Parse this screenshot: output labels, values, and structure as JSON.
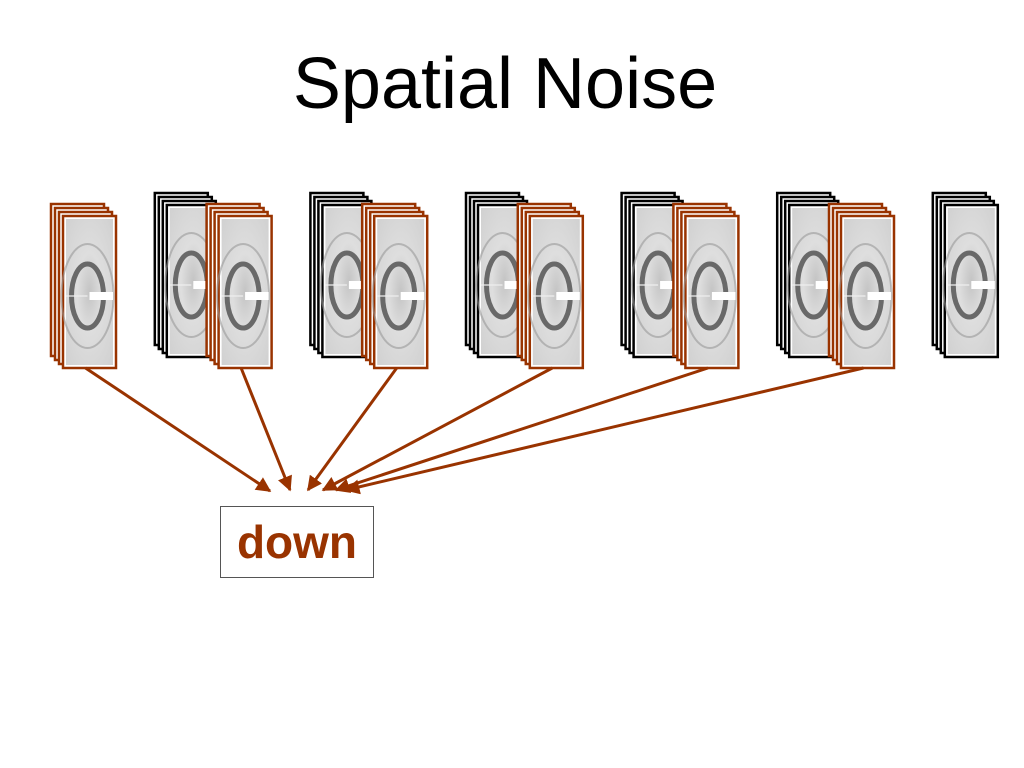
{
  "slide": {
    "title": "Spatial Noise",
    "label": "down"
  },
  "diagram": {
    "stack_count": 12,
    "frames_per_stack": 4,
    "stack_pattern": [
      "down",
      "up"
    ],
    "selected_stack_numbers": [
      1,
      3,
      5,
      7,
      9,
      11
    ],
    "icon": "diffraction-ring-frame-icon"
  },
  "colors": {
    "down_border": "#993300",
    "up_border": "#000000",
    "arrow": "#993300",
    "label_text": "#993300",
    "label_border": "#555555",
    "frame_fill": "#d8d8d8",
    "ring": "#555555",
    "beamstop": "#ffffff"
  }
}
